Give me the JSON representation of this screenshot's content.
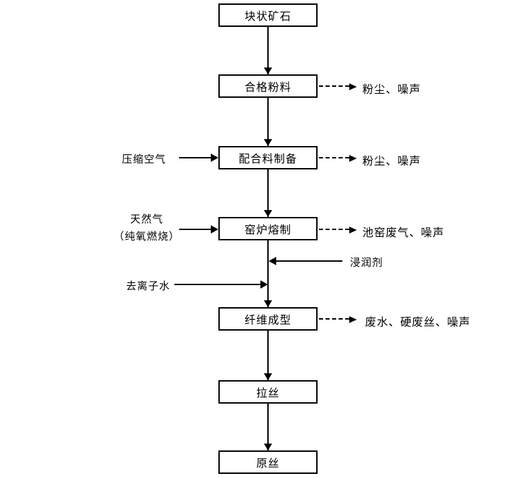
{
  "diagram": {
    "type": "process-flowchart",
    "background": "#ffffff",
    "line_color": "#000000",
    "nodes": [
      {
        "label": "块状矿石"
      },
      {
        "label": "合格粉料"
      },
      {
        "label": "配合料制备"
      },
      {
        "label": "窑炉熔制"
      },
      {
        "label": "纤维成型"
      },
      {
        "label": "拉丝"
      },
      {
        "label": "原丝"
      }
    ],
    "main_flow_order": [
      "块状矿石",
      "合格粉料",
      "配合料制备",
      "窑炉熔制",
      "纤维成型",
      "拉丝",
      "原丝"
    ],
    "inputs": [
      {
        "label": "压缩空气",
        "target": "配合料制备",
        "side": "left",
        "arrow": "solid"
      },
      {
        "label_line1": "天然气",
        "label_line2": "（纯氧燃烧）",
        "target": "窑炉熔制",
        "side": "left",
        "arrow": "solid"
      },
      {
        "label": "浸润剂",
        "target": "纤维成型",
        "side": "right",
        "arrow": "solid"
      },
      {
        "label": "去离子水",
        "target": "纤维成型",
        "side": "left",
        "arrow": "solid"
      }
    ],
    "emissions": [
      {
        "label": "粉尘、噪声",
        "source": "合格粉料",
        "arrow": "dashed"
      },
      {
        "label": "粉尘、噪声",
        "source": "配合料制备",
        "arrow": "dashed"
      },
      {
        "label": "池窑废气、噪声",
        "source": "窑炉熔制",
        "arrow": "dashed"
      },
      {
        "label": "废水、硬废丝、噪声",
        "source": "纤维成型",
        "arrow": "dashed"
      }
    ]
  }
}
